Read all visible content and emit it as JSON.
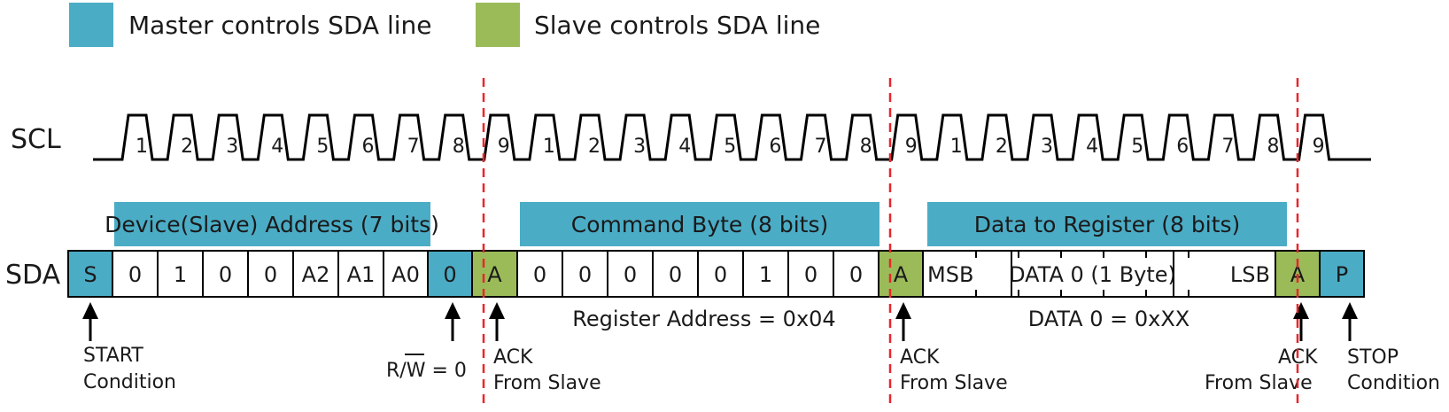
{
  "colors": {
    "master": "#4bacc6",
    "slave": "#9bbb59",
    "line": "#000000",
    "marker": "#e8262b"
  },
  "legend": [
    {
      "label": "Master controls SDA line",
      "role": "master"
    },
    {
      "label": "Slave controls SDA line",
      "role": "slave"
    }
  ],
  "scl": {
    "label": "SCL",
    "pulses": [
      "1",
      "2",
      "3",
      "4",
      "5",
      "6",
      "7",
      "8",
      "9",
      "1",
      "2",
      "3",
      "4",
      "5",
      "6",
      "7",
      "8",
      "9",
      "1",
      "2",
      "3",
      "4",
      "5",
      "6",
      "7",
      "8",
      "9"
    ]
  },
  "sda": {
    "label": "SDA",
    "cells": [
      {
        "text": "S",
        "role": "master"
      },
      {
        "text": "0",
        "role": "none"
      },
      {
        "text": "1",
        "role": "none"
      },
      {
        "text": "0",
        "role": "none"
      },
      {
        "text": "0",
        "role": "none"
      },
      {
        "text": "A2",
        "role": "none"
      },
      {
        "text": "A1",
        "role": "none"
      },
      {
        "text": "A0",
        "role": "none"
      },
      {
        "text": "0",
        "role": "master"
      },
      {
        "text": "A",
        "role": "slave"
      },
      {
        "text": "0",
        "role": "none"
      },
      {
        "text": "0",
        "role": "none"
      },
      {
        "text": "0",
        "role": "none"
      },
      {
        "text": "0",
        "role": "none"
      },
      {
        "text": "0",
        "role": "none"
      },
      {
        "text": "1",
        "role": "none"
      },
      {
        "text": "0",
        "role": "none"
      },
      {
        "text": "0",
        "role": "none"
      },
      {
        "text": "A",
        "role": "slave"
      },
      {
        "text": "MSB",
        "role": "none"
      },
      {
        "text": "DATA 0 (1 Byte)",
        "role": "none"
      },
      {
        "text": "LSB",
        "role": "none"
      },
      {
        "text": "A",
        "role": "slave"
      },
      {
        "text": "P",
        "role": "master"
      }
    ]
  },
  "banners": [
    {
      "text": "Device(Slave) Address (7 bits)"
    },
    {
      "text": "Command Byte (8 bits)"
    },
    {
      "text": "Data to Register (8 bits)"
    }
  ],
  "notes": [
    {
      "text": "Register Address = 0x04"
    },
    {
      "text": "DATA 0 = 0xXX"
    }
  ],
  "captions": [
    {
      "lines": [
        "START",
        "Condition"
      ]
    },
    {
      "lines": [
        "R/W = 0"
      ],
      "overline": "W"
    },
    {
      "lines": [
        "ACK",
        "From Slave"
      ]
    },
    {
      "lines": [
        "ACK",
        "From Slave"
      ]
    },
    {
      "lines": [
        "ACK",
        "From Slave"
      ]
    },
    {
      "lines": [
        "STOP",
        "Condition"
      ]
    }
  ]
}
